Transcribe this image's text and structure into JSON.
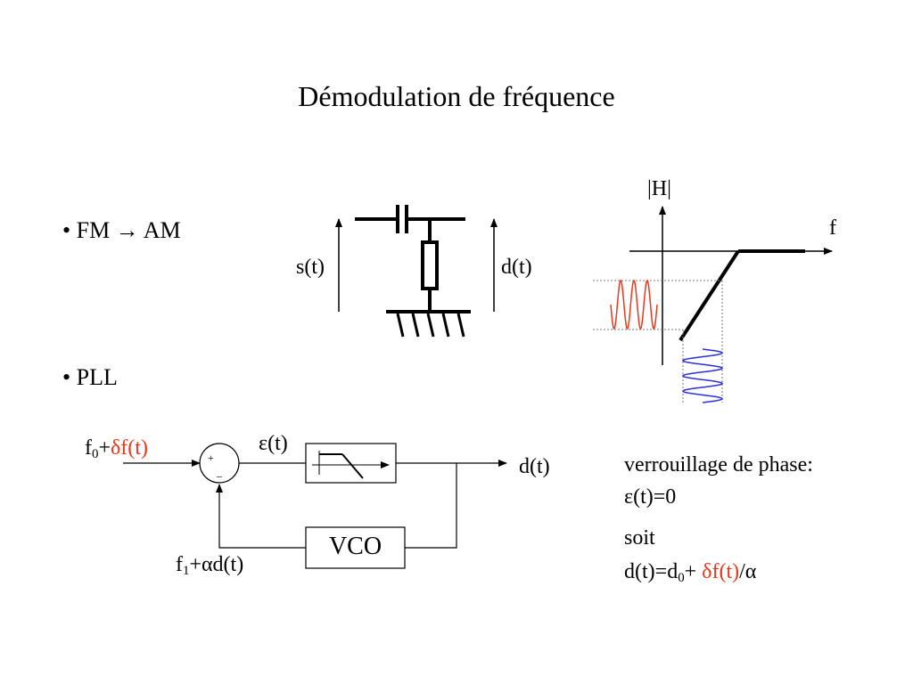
{
  "title": "Démodulation de fréquence",
  "bullets": [
    "• FM → AM",
    "• PLL"
  ],
  "circuit": {
    "input_label": "s(t)",
    "output_label": "d(t)"
  },
  "response_plot": {
    "y_label": "|H|",
    "x_label": "f",
    "input_wave_color": "#e8381b",
    "output_wave_color": "#2b2fd6"
  },
  "pll": {
    "input_prefix": "f",
    "input_sub": "0",
    "input_plus": "+",
    "input_delta": "δf(t)",
    "sum_plus": "+",
    "sum_minus": "–",
    "error_label": "ε(t)",
    "output_label": "d(t)",
    "vco_label": "VCO",
    "feedback_prefix": "f",
    "feedback_sub": "1",
    "feedback_rest": "+αd(t)"
  },
  "notes": {
    "line1": "verrouillage de phase:",
    "line2": "ε(t)=0",
    "line3": "soit",
    "line4_prefix": "d(t)=d",
    "line4_sub": "0",
    "line4_plus": "+ ",
    "line4_delta": "δf(t)",
    "line4_suffix": "/α"
  },
  "colors": {
    "accent_red": "#e8381b",
    "accent_blue": "#2b2fd6"
  }
}
